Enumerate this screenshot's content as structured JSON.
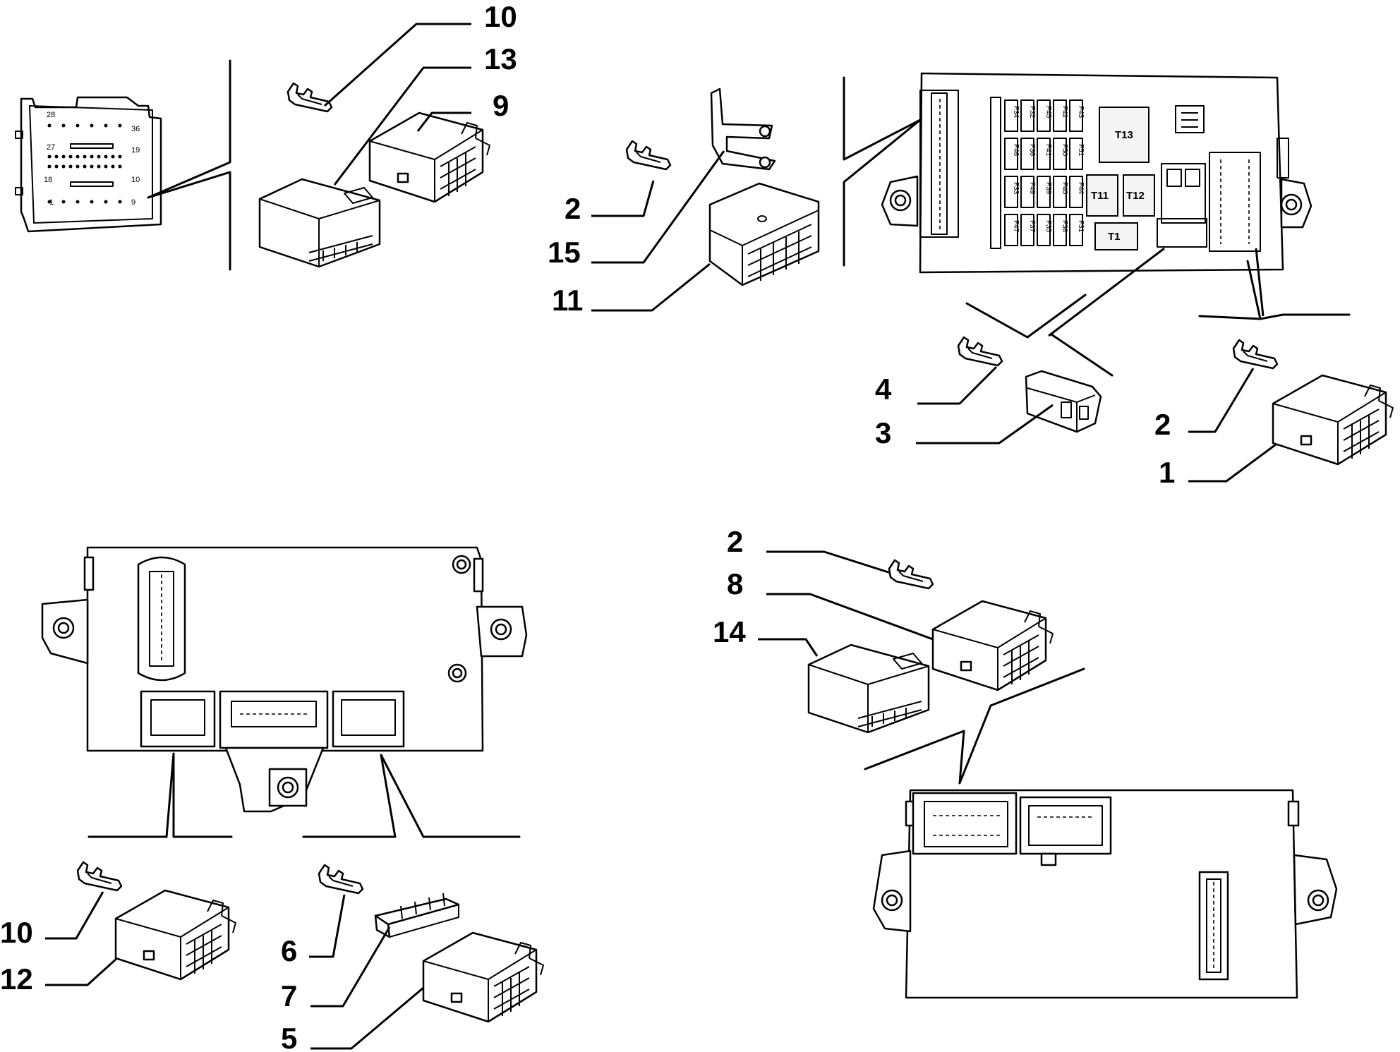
{
  "callouts": {
    "tl_10": "10",
    "tl_13": "13",
    "tl_9": "9",
    "tm_2": "2",
    "tm_15": "15",
    "tm_11": "11",
    "tr_4": "4",
    "tr_3": "3",
    "tr_2": "2",
    "tr_1": "1",
    "bl_10": "10",
    "bl_12": "12",
    "bl_6": "6",
    "bl_7": "7",
    "bl_5": "5",
    "br_2": "2",
    "br_8": "8",
    "br_14": "14"
  },
  "connector_pins": {
    "p28": "28",
    "p36": "36",
    "p27": "27",
    "p19": "19",
    "p18": "18",
    "p10": "10",
    "p1": "1",
    "p9": "9"
  },
  "fuses": [
    "F34",
    "F46",
    "F33",
    "F47",
    "F32",
    "F36",
    "F49",
    "F37",
    "F45",
    "F41",
    "F39",
    "F35",
    "F42",
    "F50",
    "F40",
    "F38",
    "F43",
    "F51",
    "F44",
    "F31"
  ],
  "relays": {
    "t13": "T13",
    "t11": "T11",
    "t12": "T12",
    "t1": "T1"
  }
}
